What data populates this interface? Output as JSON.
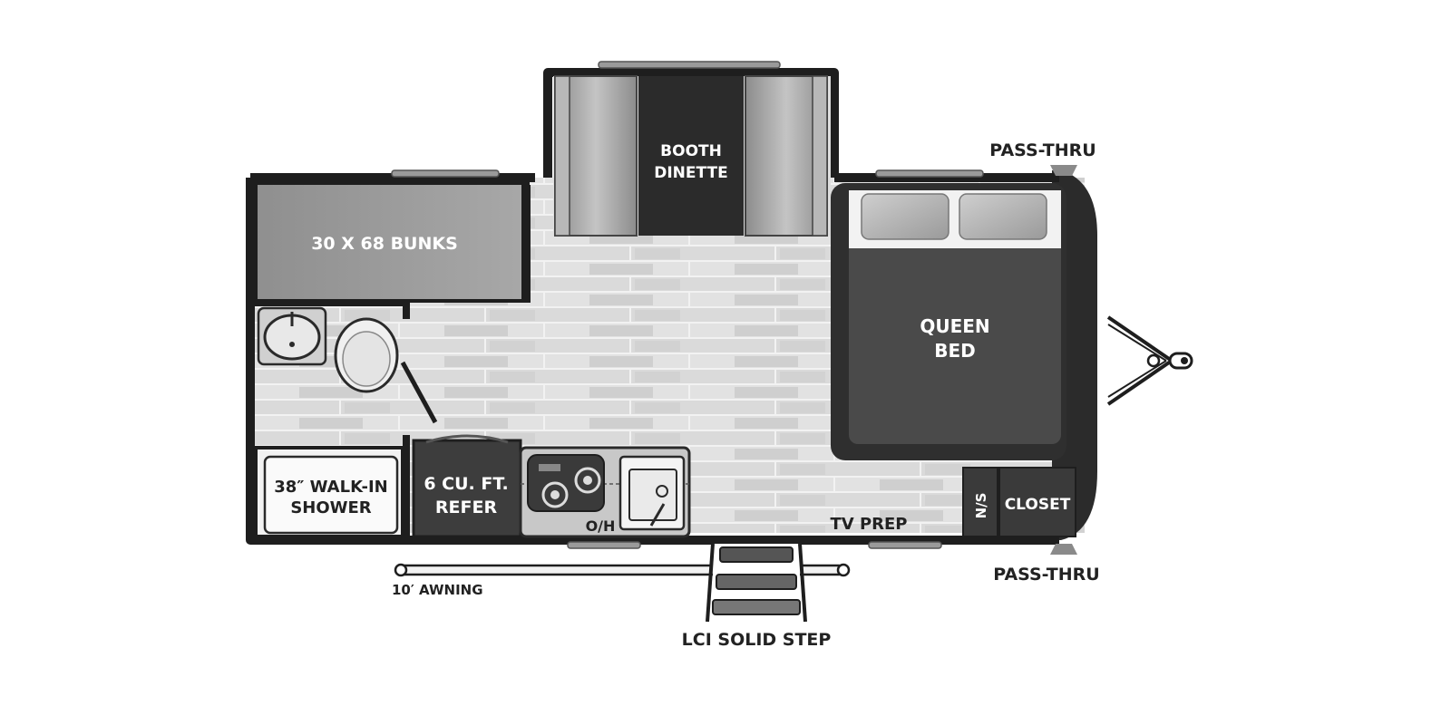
{
  "floorplan": {
    "rooms": {
      "bunks": "30 X 68 BUNKS",
      "dinette_line1": "BOOTH",
      "dinette_line2": "DINETTE",
      "bed_line1": "QUEEN",
      "bed_line2": "BED",
      "shower_line1": "38″ WALK-IN",
      "shower_line2": "SHOWER",
      "refer_line1": "6 CU. FT.",
      "refer_line2": "REFER",
      "overhead": "O/H",
      "tv_prep": "TV PREP",
      "nightstand": "N/S",
      "closet": "CLOSET"
    },
    "exterior": {
      "pass_thru_top": "PASS-THRU",
      "pass_thru_bottom": "PASS-THRU",
      "awning": "10′ AWNING",
      "step": "LCI SOLID STEP"
    }
  }
}
